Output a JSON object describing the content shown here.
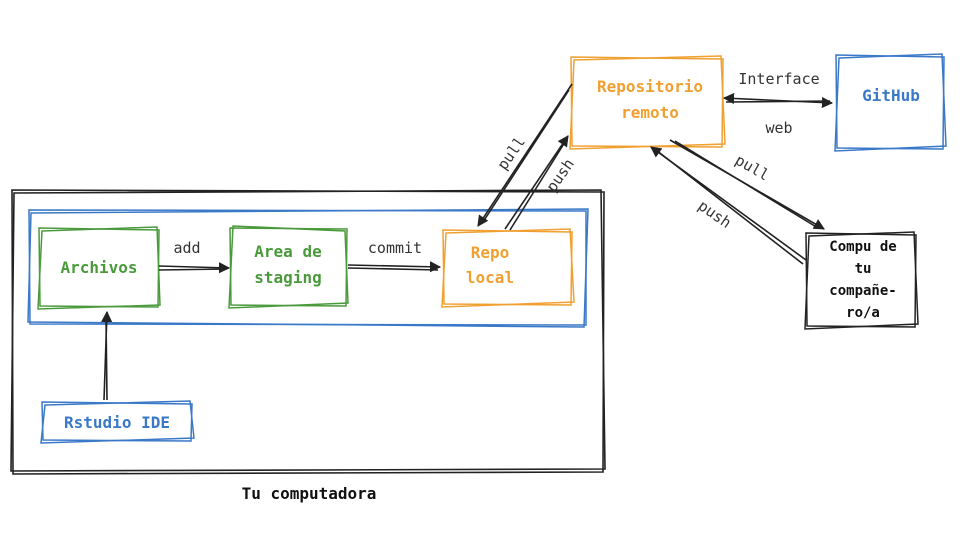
{
  "nodes": {
    "archivos": "Archivos",
    "staging_line1": "Area de",
    "staging_line2": "staging",
    "repo_local_line1": "Repo",
    "repo_local_line2": "local",
    "remoto_line1": "Repositorio",
    "remoto_line2": "remoto",
    "github": "GitHub",
    "compu_line1": "Compu de",
    "compu_line2": "tu",
    "compu_line3": "compañe-",
    "compu_line4": "ro/a",
    "rstudio": "Rstudio IDE",
    "computer_caption": "Tu computadora"
  },
  "edges": {
    "add": "add",
    "commit": "commit",
    "pull_left": "pull",
    "push_left": "push",
    "interface": "Interface",
    "web": "web",
    "pull_right": "pull",
    "push_right": "push"
  },
  "colors": {
    "green": "#4a9a3c",
    "orange": "#f0a030",
    "blue": "#3a78c8",
    "dark": "#222222",
    "text": "#333333"
  }
}
